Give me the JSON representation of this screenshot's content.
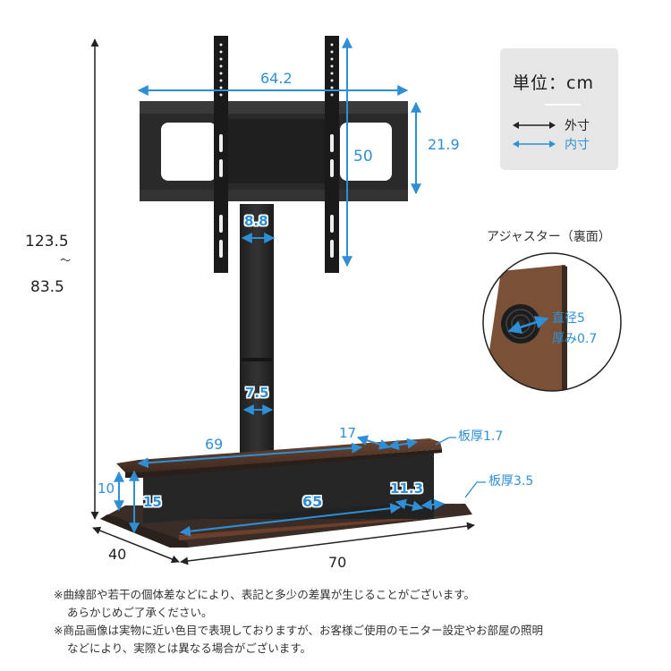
{
  "unit_box": {
    "title": "単位：cm",
    "legend": [
      {
        "label": "外寸",
        "color": "#222222"
      },
      {
        "label": "内寸",
        "color": "#2f8fd6"
      }
    ]
  },
  "colors": {
    "inner_dimension": "#2f8fd6",
    "outer_dimension": "#222222",
    "metal": "#2b2b2b",
    "wood": "#5a3a2a",
    "legend_bg": "#e6e6e6"
  },
  "dimensions": {
    "total_height": {
      "max": "123.5",
      "sep": "〜",
      "min": "83.5"
    },
    "bracket_width": "64.2",
    "bracket_height": "21.9",
    "vesa_height": "50",
    "upper_pole_width": "8.8",
    "lower_pole_width": "7.5",
    "shelf_inner_width": "69",
    "shelf_inner_depth": "17",
    "shelf_thickness": "板厚1.7",
    "shelf_clearance": "10",
    "shelf_height": "15",
    "base_inner_width": "65",
    "base_inner_depth": "11.3",
    "base_thickness": "板厚3.5",
    "total_depth": "40",
    "total_width": "70"
  },
  "adjuster": {
    "title": "アジャスター（裏面）",
    "diameter": "直径5",
    "thickness": "厚み0.7"
  },
  "notes": [
    "※曲線部や若干の個体差などにより、表記と多少の差異が生じることがございます。",
    "あらかじめご了承ください。",
    "※商品画像は実物に近い色目で表現しておりますが、お客様ご使用のモニター設定やお部屋の照明",
    "などにより、実際とは異なる場合がございます。"
  ]
}
